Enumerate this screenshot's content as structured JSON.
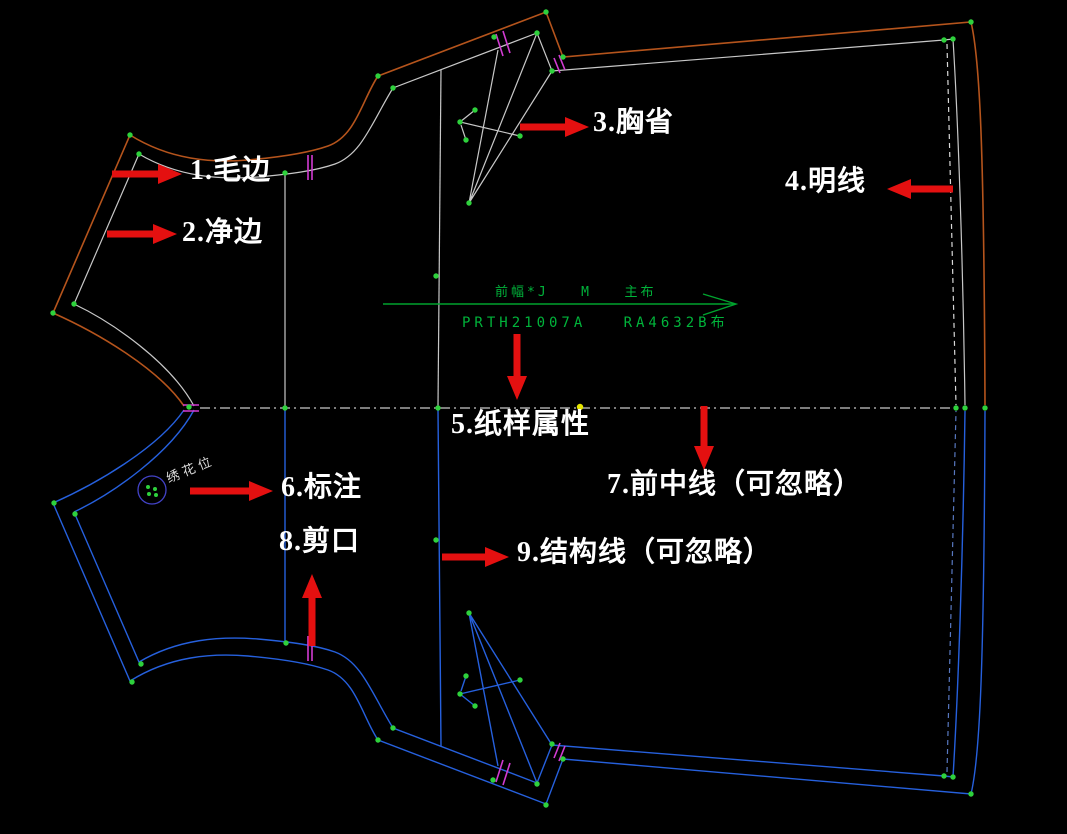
{
  "annotations": {
    "items": [
      {
        "label": "1.毛边"
      },
      {
        "label": "2.净边"
      },
      {
        "label": "3.胸省"
      },
      {
        "label": "4.明线"
      },
      {
        "label": "5.纸样属性"
      },
      {
        "label": "6.标注"
      },
      {
        "label": "7.前中线（可忽略）"
      },
      {
        "label": "8.剪口"
      },
      {
        "label": "9.结构线（可忽略）"
      }
    ]
  },
  "pattern_info": {
    "name_size_fabric": "前幅*J   M   主布",
    "code": "PRTH21007A   RA4632B布"
  },
  "embroidery": {
    "label": "绣花位"
  },
  "colors": {
    "background": "#000000",
    "raw_edge": "#b5541c",
    "net_edge": "#c8c8c8",
    "mirror_piece": "#2660dd",
    "topstitch_top": "#d8d8d8",
    "topstitch_bottom": "#5878c0",
    "fold_line": "#c8c8c8",
    "notch": "#d23bd2",
    "point": "#2ed13c",
    "grain": "#00a32e",
    "info_text": "#00b33a",
    "arrow": "#e41010",
    "highlight_point": "#e6e600",
    "embroidery_circle": "#4343c8",
    "label_text": "#ffffff"
  }
}
